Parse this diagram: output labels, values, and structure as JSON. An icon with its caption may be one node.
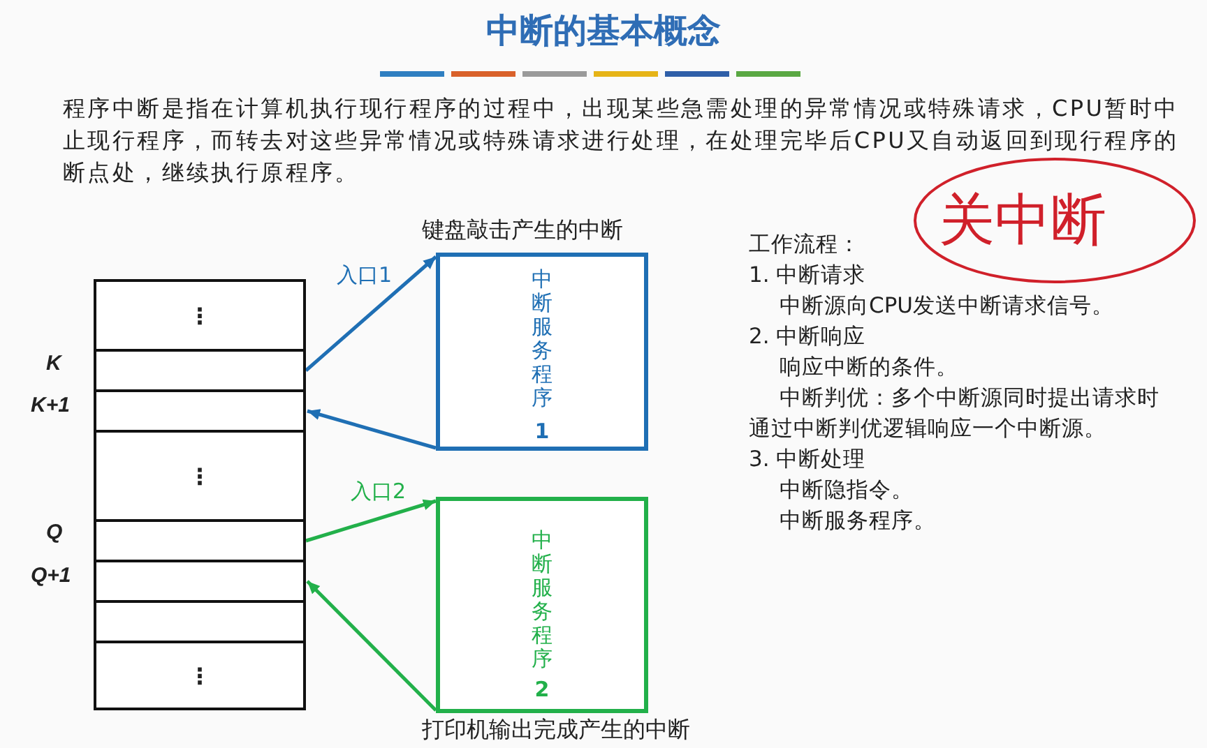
{
  "diagram": {
    "title": "中断的基本概念",
    "nodes": [
      {
        "text": [
          "⋮"
        ]
      },
      {
        "text": [],
        "shape": "box",
        "beside": [
          "K"
        ]
      },
      {
        "text": [],
        "shape": "box",
        "beside": [
          "K+1"
        ]
      },
      {
        "text": [
          "⋮"
        ]
      },
      {
        "text": [],
        "shape": "box",
        "beside": [
          "Q"
        ]
      },
      {
        "text": [],
        "shape": "box",
        "beside": [
          "Q+1"
        ]
      },
      {
        "text": [],
        "shape": "box"
      },
      {
        "text": [
          "⋮"
        ]
      },
      {
        "text": [
          "键盘敲击产生的中断",
          "中断服务程序",
          "1"
        ]
      },
      {
        "text": [
          "中断服务程序",
          "2",
          "打印机输出完成产生的中断"
        ]
      }
    ],
    "edges": [
      {
        "from": 1,
        "to": 8,
        "arrow": "to",
        "label": "入口1",
        "color": "#1f6fb4"
      },
      {
        "from": 8,
        "to": 2,
        "arrow": "to",
        "color": "#1f6fb4"
      },
      {
        "from": 4,
        "to": 9,
        "arrow": "to",
        "label": "入口2",
        "color": "#22b04a"
      },
      {
        "from": 9,
        "to": 5,
        "arrow": "to",
        "color": "#22b04a"
      }
    ],
    "labels": [
      "程序中断是指在计算机执行现行程序的过程中，出现某些急需处理的异常情况或特殊请求，CPU暂时中止现行程序，而转去对这些异常情况或特殊请求进行处理，在处理完毕后CPU又自动返回到现行程序的断点处，继续执行原程序。",
      "工作流程：",
      "1. 中断请求",
      "中断源向CPU发送中断请求信号。",
      "2. 中断响应",
      "响应中断的条件。",
      "中断判优：多个中断源同时提出请求时通过中断判优逻辑响应一个中断源。",
      "3. 中断处理",
      "中断隐指令。",
      "中断服务程序。",
      "关中断"
    ]
  }
}
